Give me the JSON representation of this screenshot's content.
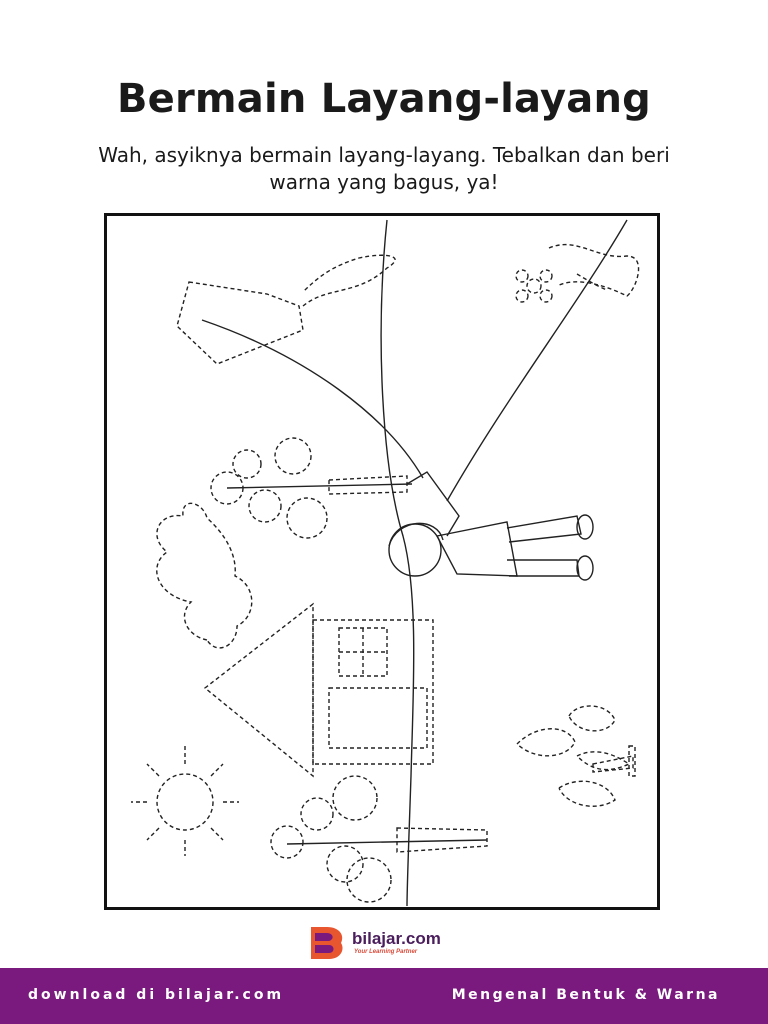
{
  "worksheet": {
    "title": "Bermain Layang-layang",
    "instruction": "Wah, asyiknya bermain layang-layang. Tebalkan dan beri warna yang bagus, ya!"
  },
  "brand": {
    "name": "bilajar.com",
    "tagline": "Your Learning Partner",
    "colors": {
      "purple": "#7b1a7e",
      "orange": "#e8562f",
      "red": "#d94a3a"
    }
  },
  "footer": {
    "left_text": "download di bilajar.com",
    "right_text": "Mengenal Bentuk & Warna"
  },
  "illustration": {
    "elements": [
      "kite-icon",
      "kite-string-icon",
      "child-icon",
      "tree-icon",
      "cloud-icon",
      "house-icon",
      "sun-icon",
      "flower-icon",
      "plant-icon",
      "hill-line-icon"
    ]
  }
}
